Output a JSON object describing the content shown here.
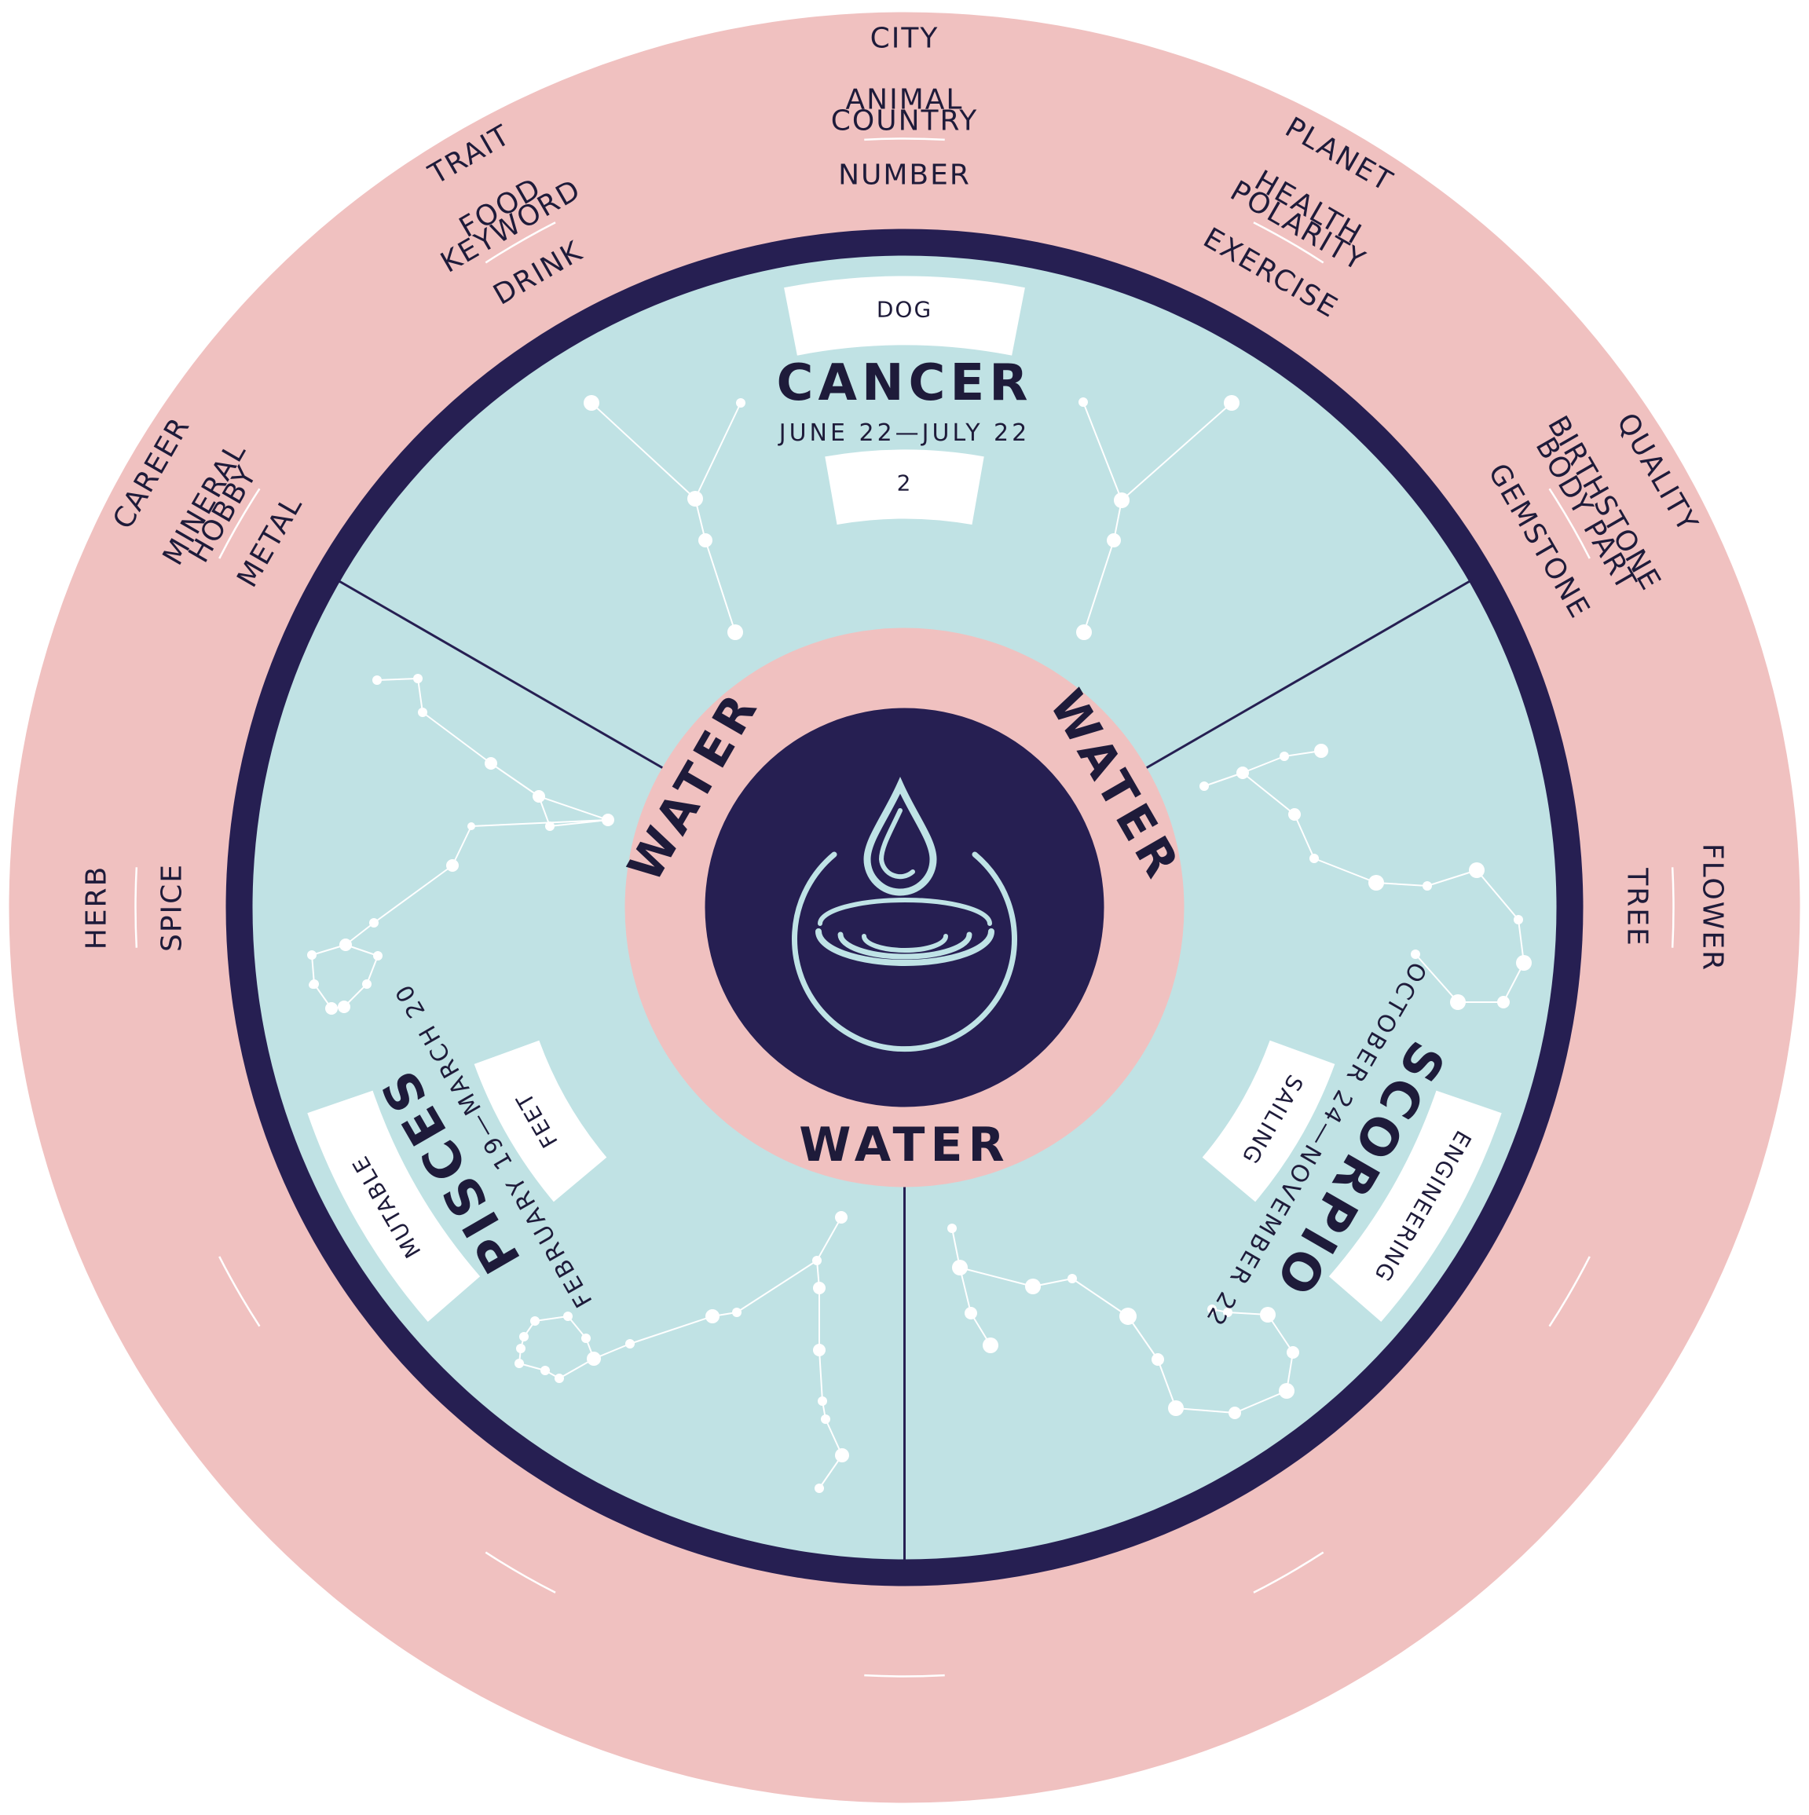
{
  "colors": {
    "outer_ring": "#f0c1c0",
    "dark_ring": "#261f52",
    "sector_fill": "#c0e2e4",
    "center_disc": "#261f52",
    "water_icon": "#bfe3e6",
    "constellation": "#ffffff",
    "text": "#1e1b3a"
  },
  "outer_ring": {
    "category_pairs": [
      {
        "outer": "ANIMAL",
        "inner": "NUMBER"
      },
      {
        "outer": "HEALTH",
        "inner": "EXERCISE"
      },
      {
        "outer": "BIRTHSTONE",
        "inner": "GEMSTONE"
      },
      {
        "outer": "FLOWER",
        "inner": "TREE"
      },
      {
        "outer": "CAREER",
        "inner": "HOBBY"
      },
      {
        "outer": "TRAIT",
        "inner": "KEYWORD"
      },
      {
        "outer": "CITY",
        "inner": "COUNTRY"
      },
      {
        "outer": "PLANET",
        "inner": "POLARITY"
      },
      {
        "outer": "QUALITY",
        "inner": "BODY PART"
      },
      {
        "outer": "HERB",
        "inner": "SPICE"
      },
      {
        "outer": "MINERAL",
        "inner": "METAL"
      },
      {
        "outer": "FOOD",
        "inner": "DRINK"
      }
    ]
  },
  "element_ring": {
    "labels": [
      "WATER",
      "WATER",
      "WATER"
    ],
    "icon": "water-drop-ripple-icon"
  },
  "signs": [
    {
      "name": "CANCER",
      "dates": "JUNE 22—JULY 22",
      "outer_value": "DOG",
      "inner_value": "2"
    },
    {
      "name": "SCORPIO",
      "dates": "OCTOBER 24—NOVEMBER 22",
      "outer_value": "ENGINEERING",
      "inner_value": "SAILING"
    },
    {
      "name": "PISCES",
      "dates": "FEBRUARY 19—MARCH 20",
      "outer_value": "MUTABLE",
      "inner_value": "FEET"
    }
  ]
}
